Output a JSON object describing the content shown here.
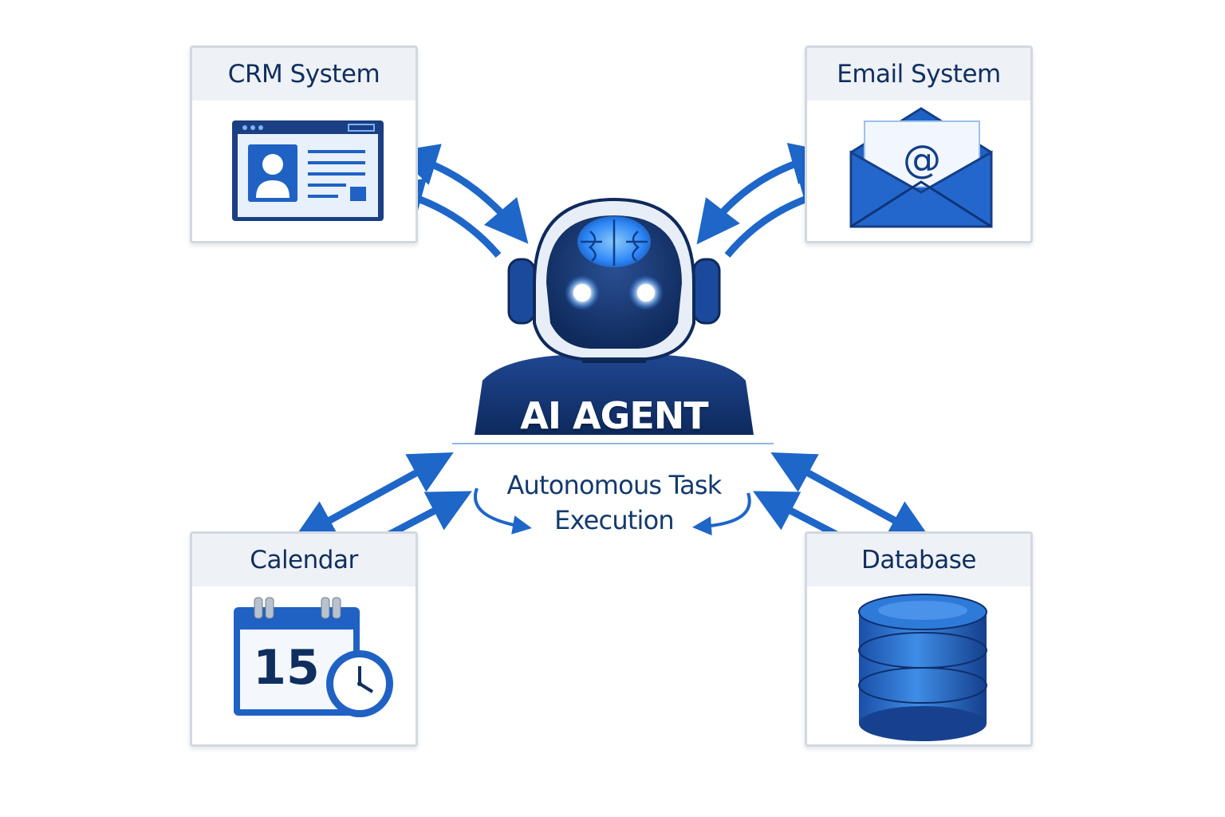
{
  "agent": {
    "label": "AI AGENT",
    "caption_line1": "Autonomous Task",
    "caption_line2": "Execution"
  },
  "systems": [
    {
      "label": "CRM System",
      "icon": "crm-window-icon"
    },
    {
      "label": "Email System",
      "icon": "envelope-at-icon"
    },
    {
      "label": "Calendar",
      "icon": "calendar-clock-icon",
      "calendar_day": "15"
    },
    {
      "label": "Database",
      "icon": "database-cylinder-icon"
    }
  ],
  "colors": {
    "navy": "#0f2f5f",
    "primary_blue": "#1f62c4",
    "arrow_blue": "#1e66c8",
    "glow_blue": "#2f8cff",
    "card_border": "#d3d8e0",
    "card_header": "#eef1f5"
  }
}
